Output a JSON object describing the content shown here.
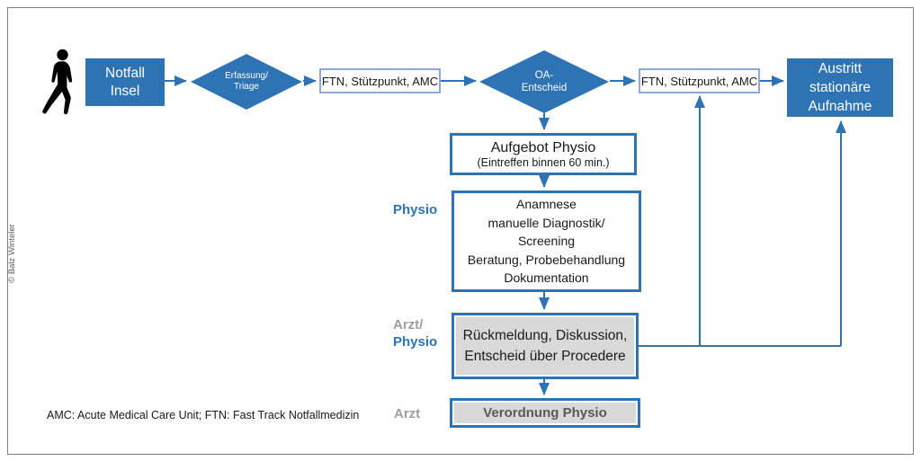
{
  "colors": {
    "primary_blue": "#2E74B5",
    "light_blue_border": "#8EAADB",
    "gray_fill": "#D9D9D9",
    "gray_label": "#9E9E9E",
    "dark_gray_text": "#595959",
    "frame_border": "#7f7f7f"
  },
  "icons": {
    "person": "walking-person-icon"
  },
  "nodes": {
    "start_box": {
      "line1": "Notfall",
      "line2": "Insel"
    },
    "triage_diamond": {
      "line1": "Erfassung/",
      "line2": "Triage"
    },
    "ftn_box_1": {
      "label": "FTN, Stützpunkt, AMC"
    },
    "oa_diamond": {
      "line1": "OA-",
      "line2": "Entscheid"
    },
    "ftn_box_2": {
      "label": "FTN, Stützpunkt, AMC"
    },
    "exit_box": {
      "line1": "Austritt",
      "line2": "stationäre",
      "line3": "Aufnahme"
    },
    "aufgebot_box": {
      "title": "Aufgebot Physio",
      "subtitle": "(Eintreffen binnen 60 min.)"
    },
    "anamnese_box": {
      "lines": [
        "Anamnese",
        "manuelle Diagnostik/",
        "Screening",
        "Beratung, Probebehandlung",
        "Dokumentation"
      ]
    },
    "rueckmeldung_box": {
      "line1": "Rückmeldung, Diskussion,",
      "line2": "Entscheid über Procedere"
    },
    "verordnung_box": {
      "label": "Verordnung Physio"
    }
  },
  "labels": {
    "physio": "Physio",
    "arzt_slash": "Arzt/",
    "arzt_physio_second": "Physio",
    "arzt": "Arzt"
  },
  "footnote": "AMC: Acute Medical Care Unit; FTN: Fast Track Notfallmedizin",
  "copyright": "© Balz Winteler"
}
